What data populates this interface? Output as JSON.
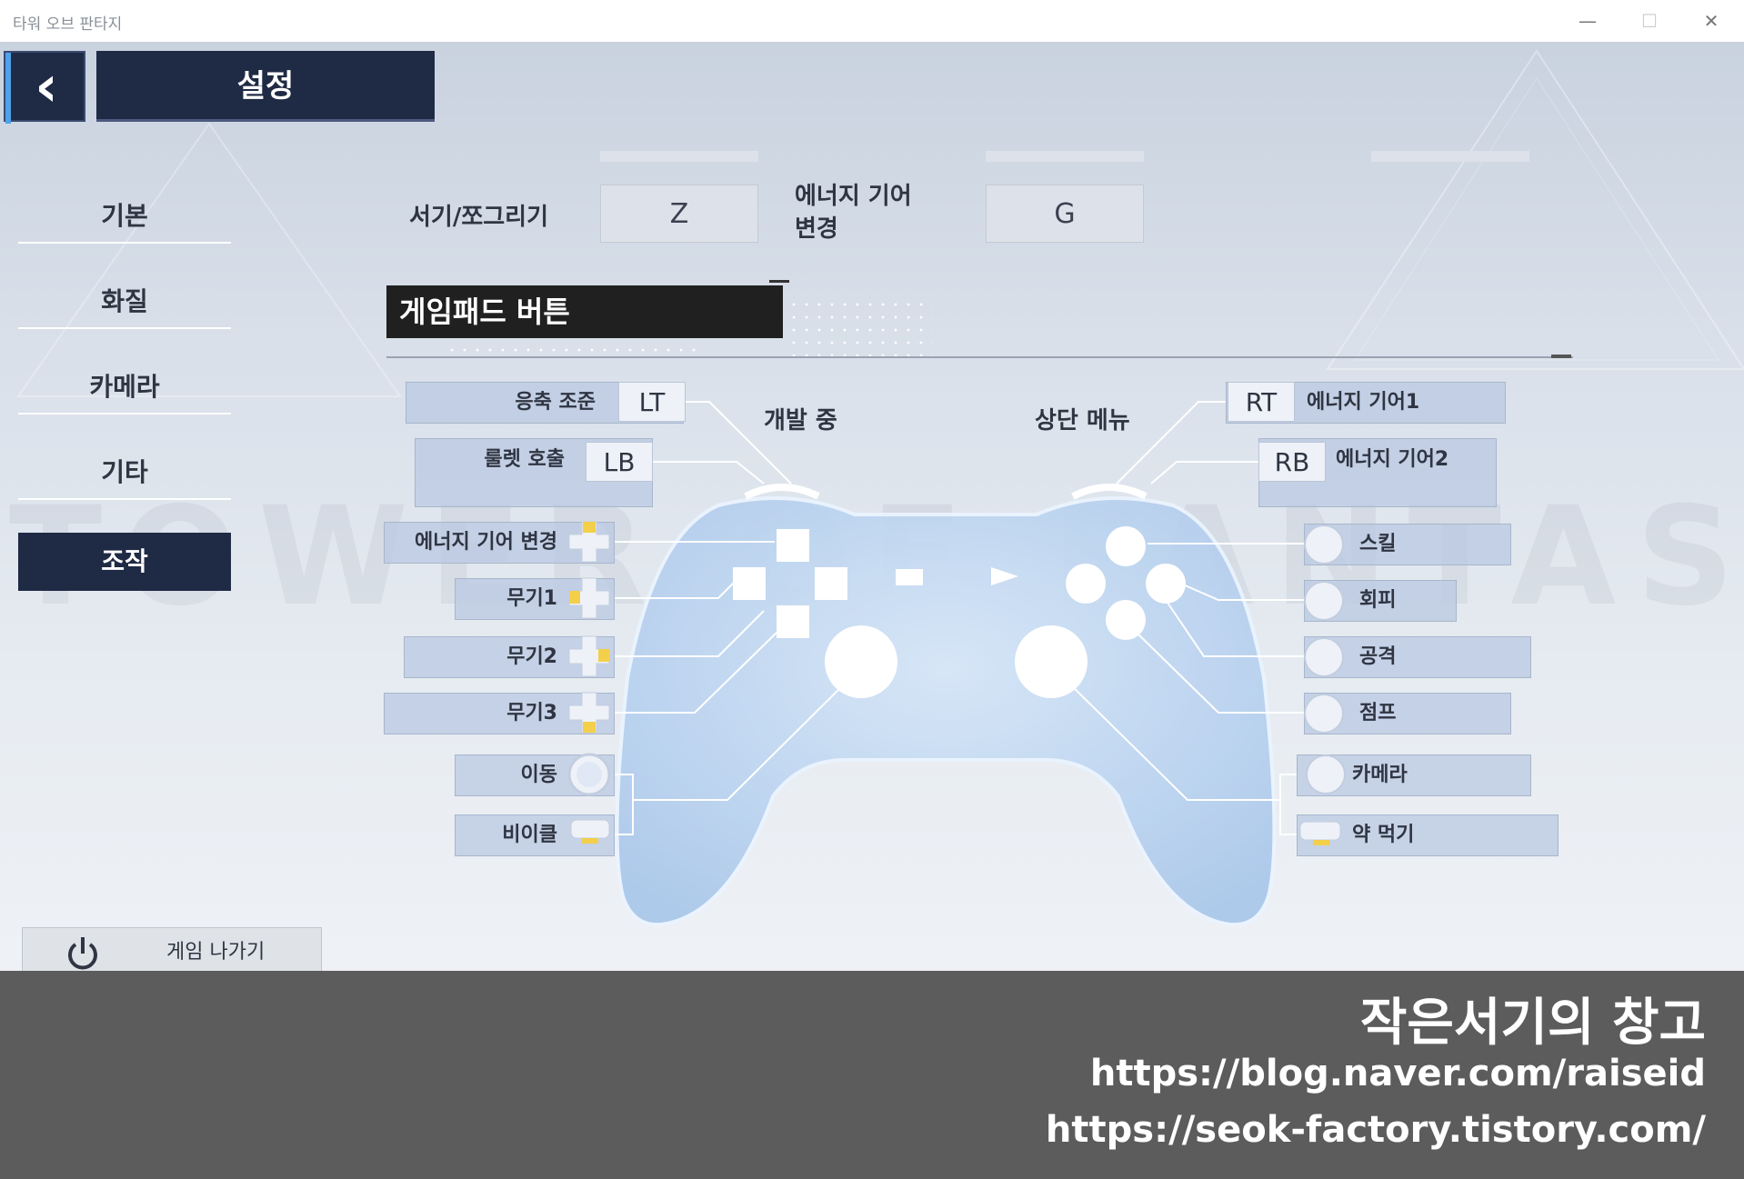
{
  "window": {
    "title": "타워 오브 판타지",
    "minimize": "—",
    "maximize": "☐",
    "close": "✕"
  },
  "background_watermark": "TOWER OF FANTASY",
  "header": {
    "back_icon": "chevron-left-icon",
    "title": "설정"
  },
  "sidebar": {
    "items": [
      {
        "label": "기본"
      },
      {
        "label": "화질"
      },
      {
        "label": "카메라"
      },
      {
        "label": "기타"
      },
      {
        "label": "조작",
        "active": true
      }
    ]
  },
  "keybinds": [
    {
      "label": "서기/쪼그리기",
      "key": "Z"
    },
    {
      "label_line1": "에너지 기어",
      "label_line2": "변경",
      "key": "G"
    }
  ],
  "section_title": "게임패드 버튼",
  "center_labels": {
    "left": "개발 중",
    "right": "상단 메뉴"
  },
  "left_rows": [
    {
      "label": "응축 조준",
      "button": "LT"
    },
    {
      "label": "룰렛 호출",
      "button": "LB"
    },
    {
      "label": "에너지 기어 변경"
    },
    {
      "label": "무기1"
    },
    {
      "label": "무기2"
    },
    {
      "label": "무기3"
    },
    {
      "label": "이동"
    },
    {
      "label": "비이클"
    }
  ],
  "right_rows": [
    {
      "label": "에너지 기어1",
      "button": "RT"
    },
    {
      "label": "에너지 기어2",
      "button": "RB"
    },
    {
      "label": "스킬"
    },
    {
      "label": "회피"
    },
    {
      "label": "공격"
    },
    {
      "label": "점프"
    },
    {
      "label": "카메라"
    },
    {
      "label": "약 먹기"
    }
  ],
  "exit": {
    "label": "게임 나가기",
    "icon": "power-icon"
  },
  "footer": {
    "line1": "작은서기의 창고",
    "line2": "https://blog.naver.com/raiseid",
    "line3": "https://seok-factory.tistory.com/"
  },
  "colors": {
    "panel_dark": "#1f2a44",
    "accent": "#4ea2e8",
    "row_bg": "#b9c8e1",
    "footer_bg": "#5c5c5c"
  }
}
